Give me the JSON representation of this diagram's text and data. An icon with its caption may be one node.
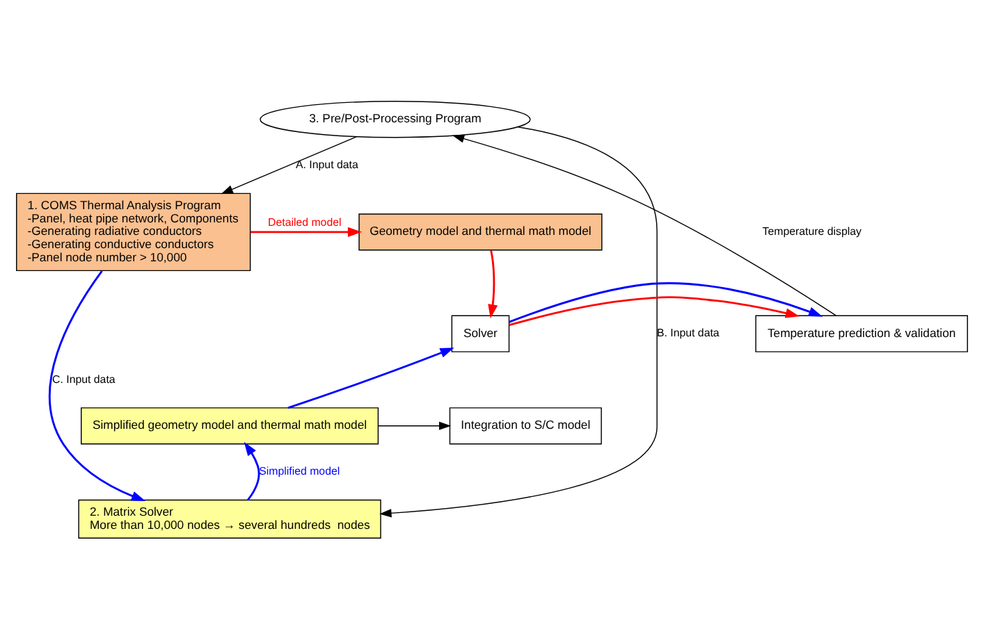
{
  "diagram": {
    "nodes": [
      {
        "text": [
          "3. Pre/Post-Processing Program"
        ]
      },
      {
        "text": [
          "1. COMS Thermal Analysis Program",
          "-Panel, heat pipe network, Components",
          "-Generating radiative conductors",
          "-Generating conductive conductors",
          "-Panel node number > 10,000"
        ]
      },
      {
        "text": [
          "Geometry model and thermal math model"
        ]
      },
      {
        "text": [
          "Solver"
        ]
      },
      {
        "text": [
          "Temperature prediction & validation"
        ]
      },
      {
        "text": [
          "Simplified geometry model and thermal math model"
        ]
      },
      {
        "text": [
          "Integration to S/C model"
        ]
      },
      {
        "text": [
          "2. Matrix Solver",
          "More than 10,000 nodes → several hundreds  nodes"
        ]
      }
    ],
    "edges": [
      {
        "from": 0,
        "to": 1,
        "arrow": "to",
        "label": "A. Input data"
      },
      {
        "from": 0,
        "to": 7,
        "arrow": "to",
        "label": "B. Input data"
      },
      {
        "from": 1,
        "to": 7,
        "arrow": "to",
        "label": "C. Input data",
        "color": "#0000ff"
      },
      {
        "from": 1,
        "to": 2,
        "arrow": "to",
        "label": "Detailed model",
        "color": "#ff0000"
      },
      {
        "from": 2,
        "to": 3,
        "arrow": "to",
        "color": "#ff0000"
      },
      {
        "from": 3,
        "to": 4,
        "arrow": "to",
        "color": "#ff0000"
      },
      {
        "from": 3,
        "to": 4,
        "arrow": "to",
        "color": "#0000ff"
      },
      {
        "from": 7,
        "to": 5,
        "arrow": "to",
        "label": "Simplified model",
        "color": "#0000ff"
      },
      {
        "from": 5,
        "to": 3,
        "arrow": "to",
        "color": "#0000ff"
      },
      {
        "from": 5,
        "to": 6,
        "arrow": "to"
      },
      {
        "from": 4,
        "to": 0,
        "arrow": "to",
        "label": "Temperature display"
      }
    ]
  }
}
